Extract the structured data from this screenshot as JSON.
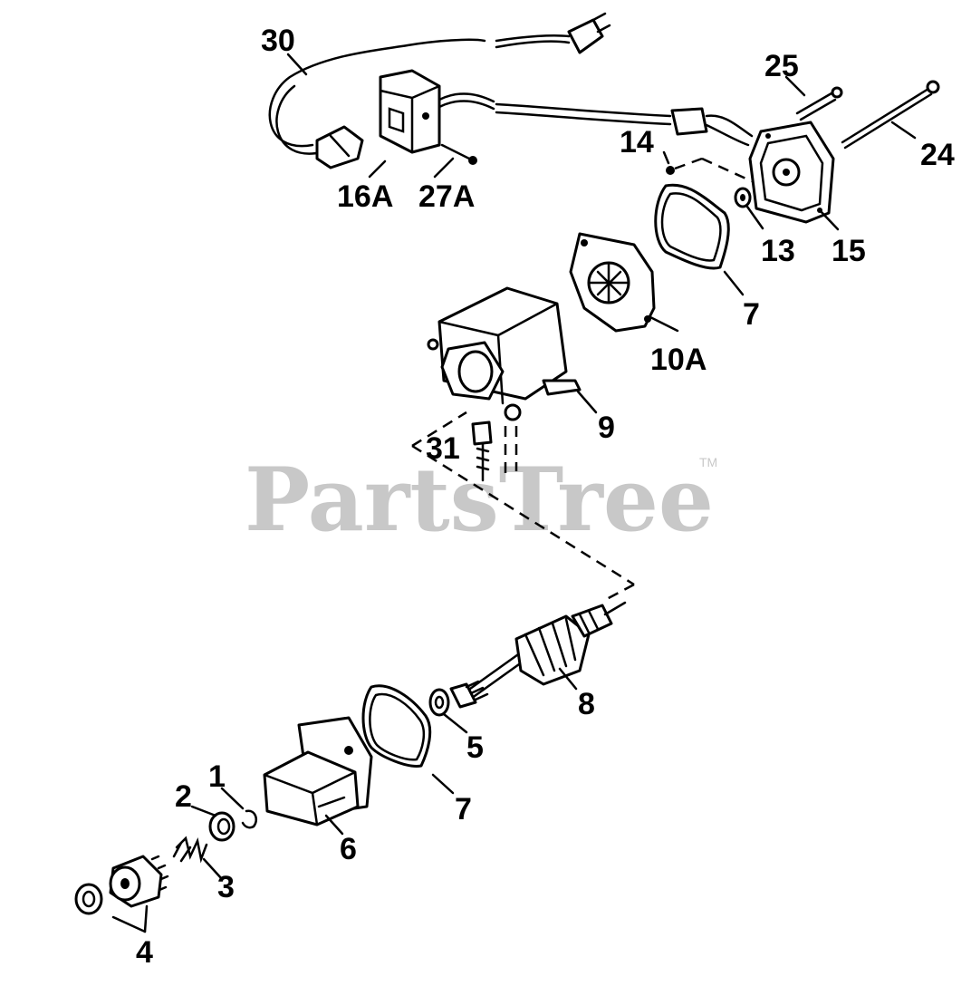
{
  "watermark": {
    "text": "PartsTree",
    "trademark": "TM"
  },
  "callouts": [
    {
      "id": "30",
      "label": "30"
    },
    {
      "id": "16A",
      "label": "16A"
    },
    {
      "id": "27A",
      "label": "27A"
    },
    {
      "id": "25",
      "label": "25"
    },
    {
      "id": "24",
      "label": "24"
    },
    {
      "id": "14",
      "label": "14"
    },
    {
      "id": "13",
      "label": "13"
    },
    {
      "id": "15",
      "label": "15"
    },
    {
      "id": "7a",
      "label": "7"
    },
    {
      "id": "10A",
      "label": "10A"
    },
    {
      "id": "9",
      "label": "9"
    },
    {
      "id": "31",
      "label": "31"
    },
    {
      "id": "8",
      "label": "8"
    },
    {
      "id": "5",
      "label": "5"
    },
    {
      "id": "7b",
      "label": "7"
    },
    {
      "id": "6",
      "label": "6"
    },
    {
      "id": "1",
      "label": "1"
    },
    {
      "id": "2",
      "label": "2"
    },
    {
      "id": "3",
      "label": "3"
    },
    {
      "id": "4",
      "label": "4"
    }
  ]
}
